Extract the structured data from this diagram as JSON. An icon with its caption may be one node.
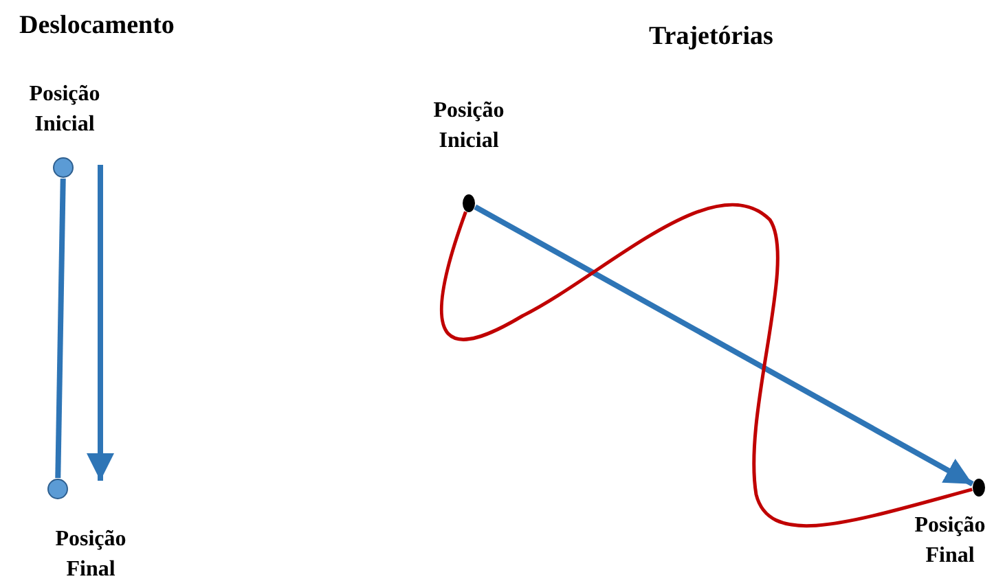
{
  "diagram": {
    "nodes": [
      {
        "text": [],
        "shape": "circle",
        "beside": [
          "Posição Inicial"
        ]
      },
      {
        "text": [],
        "shape": "circle",
        "beside": [
          "Posição Final"
        ]
      },
      {
        "text": [],
        "shape": "circle",
        "beside": [
          "Posição Inicial"
        ]
      },
      {
        "text": [],
        "shape": "circle",
        "beside": [
          "Posição Final"
        ]
      }
    ],
    "edges": [
      {
        "from": 0,
        "to": 1,
        "arrow": "none"
      },
      {
        "from": 2,
        "to": 3,
        "arrow": "to"
      },
      {
        "from": 2,
        "to": 3,
        "arrow": "none",
        "color": "#c00000"
      }
    ],
    "labels": [
      "Deslocamento",
      "Trajetórias"
    ]
  }
}
